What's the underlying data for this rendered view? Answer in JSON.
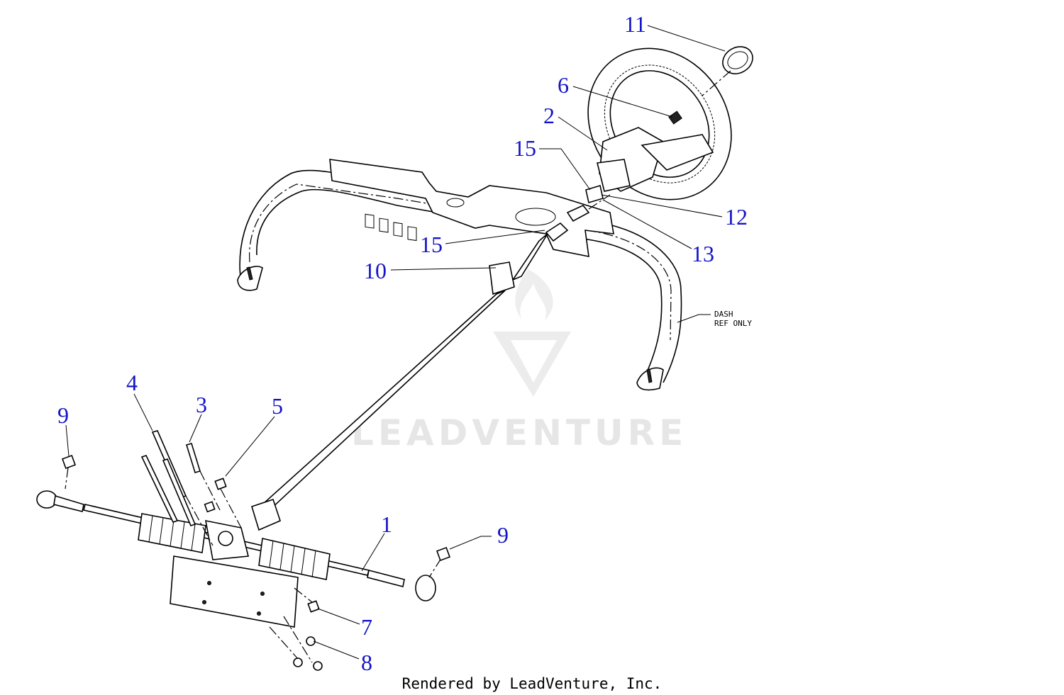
{
  "callouts": {
    "c1": "1",
    "c2": "2",
    "c3": "3",
    "c4": "4",
    "c5": "5",
    "c6": "6",
    "c7": "7",
    "c8": "8",
    "c9a": "9",
    "c9b": "9",
    "c10": "10",
    "c11": "11",
    "c12": "12",
    "c13": "13",
    "c15a": "15",
    "c15b": "15"
  },
  "note": {
    "line1": "DASH",
    "line2": "REF ONLY"
  },
  "watermark": {
    "text": "LEADVENTURE"
  },
  "footer": {
    "credit": "Rendered by LeadVenture, Inc."
  },
  "colors": {
    "callout": "#1414c8",
    "line": "#000000",
    "watermark": "#e6e6e6"
  }
}
